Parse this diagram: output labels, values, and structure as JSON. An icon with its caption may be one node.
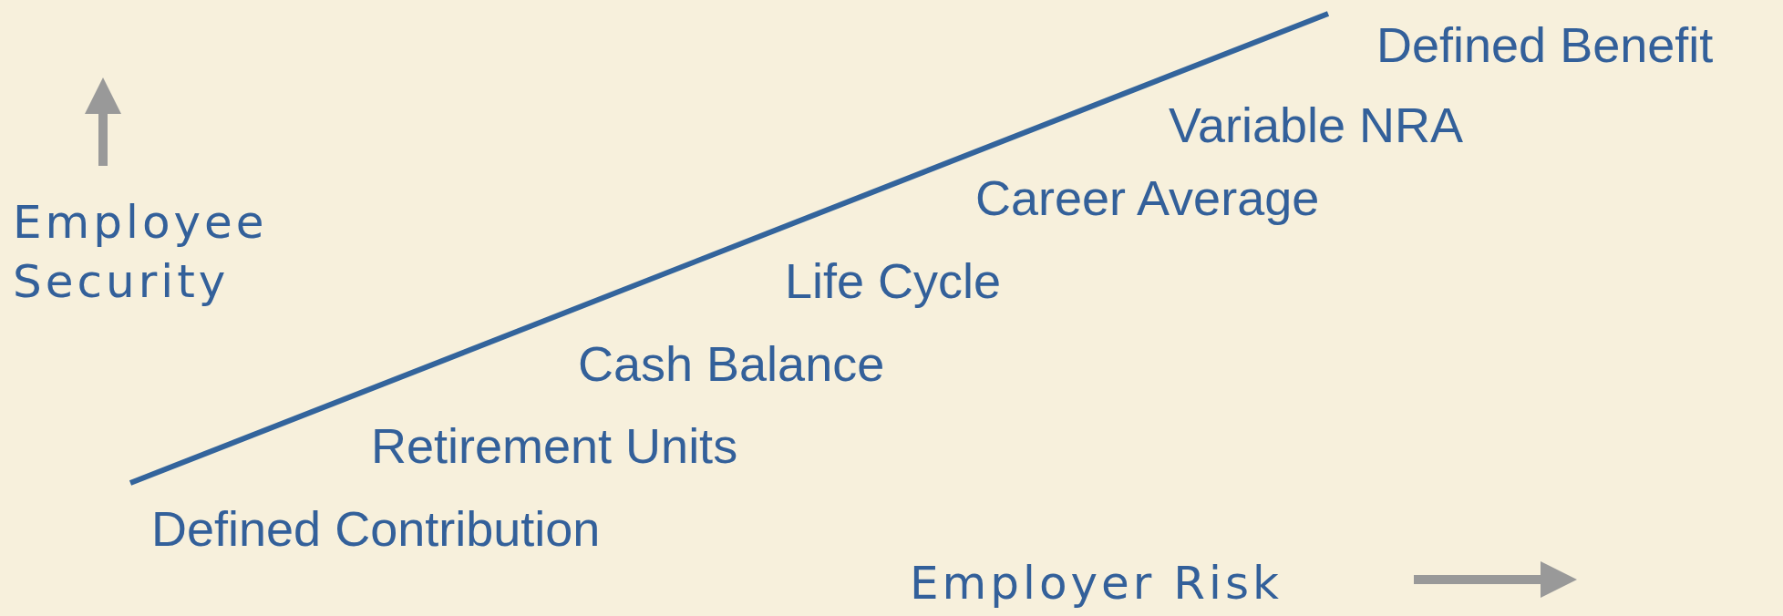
{
  "diagram": {
    "labels": [
      "Defined Benefit",
      "Variable NRA",
      "Career Average",
      "Employee Security",
      "Life Cycle",
      "Cash Balance",
      "Retirement Units",
      "Defined Contribution",
      "Employer Risk"
    ]
  }
}
